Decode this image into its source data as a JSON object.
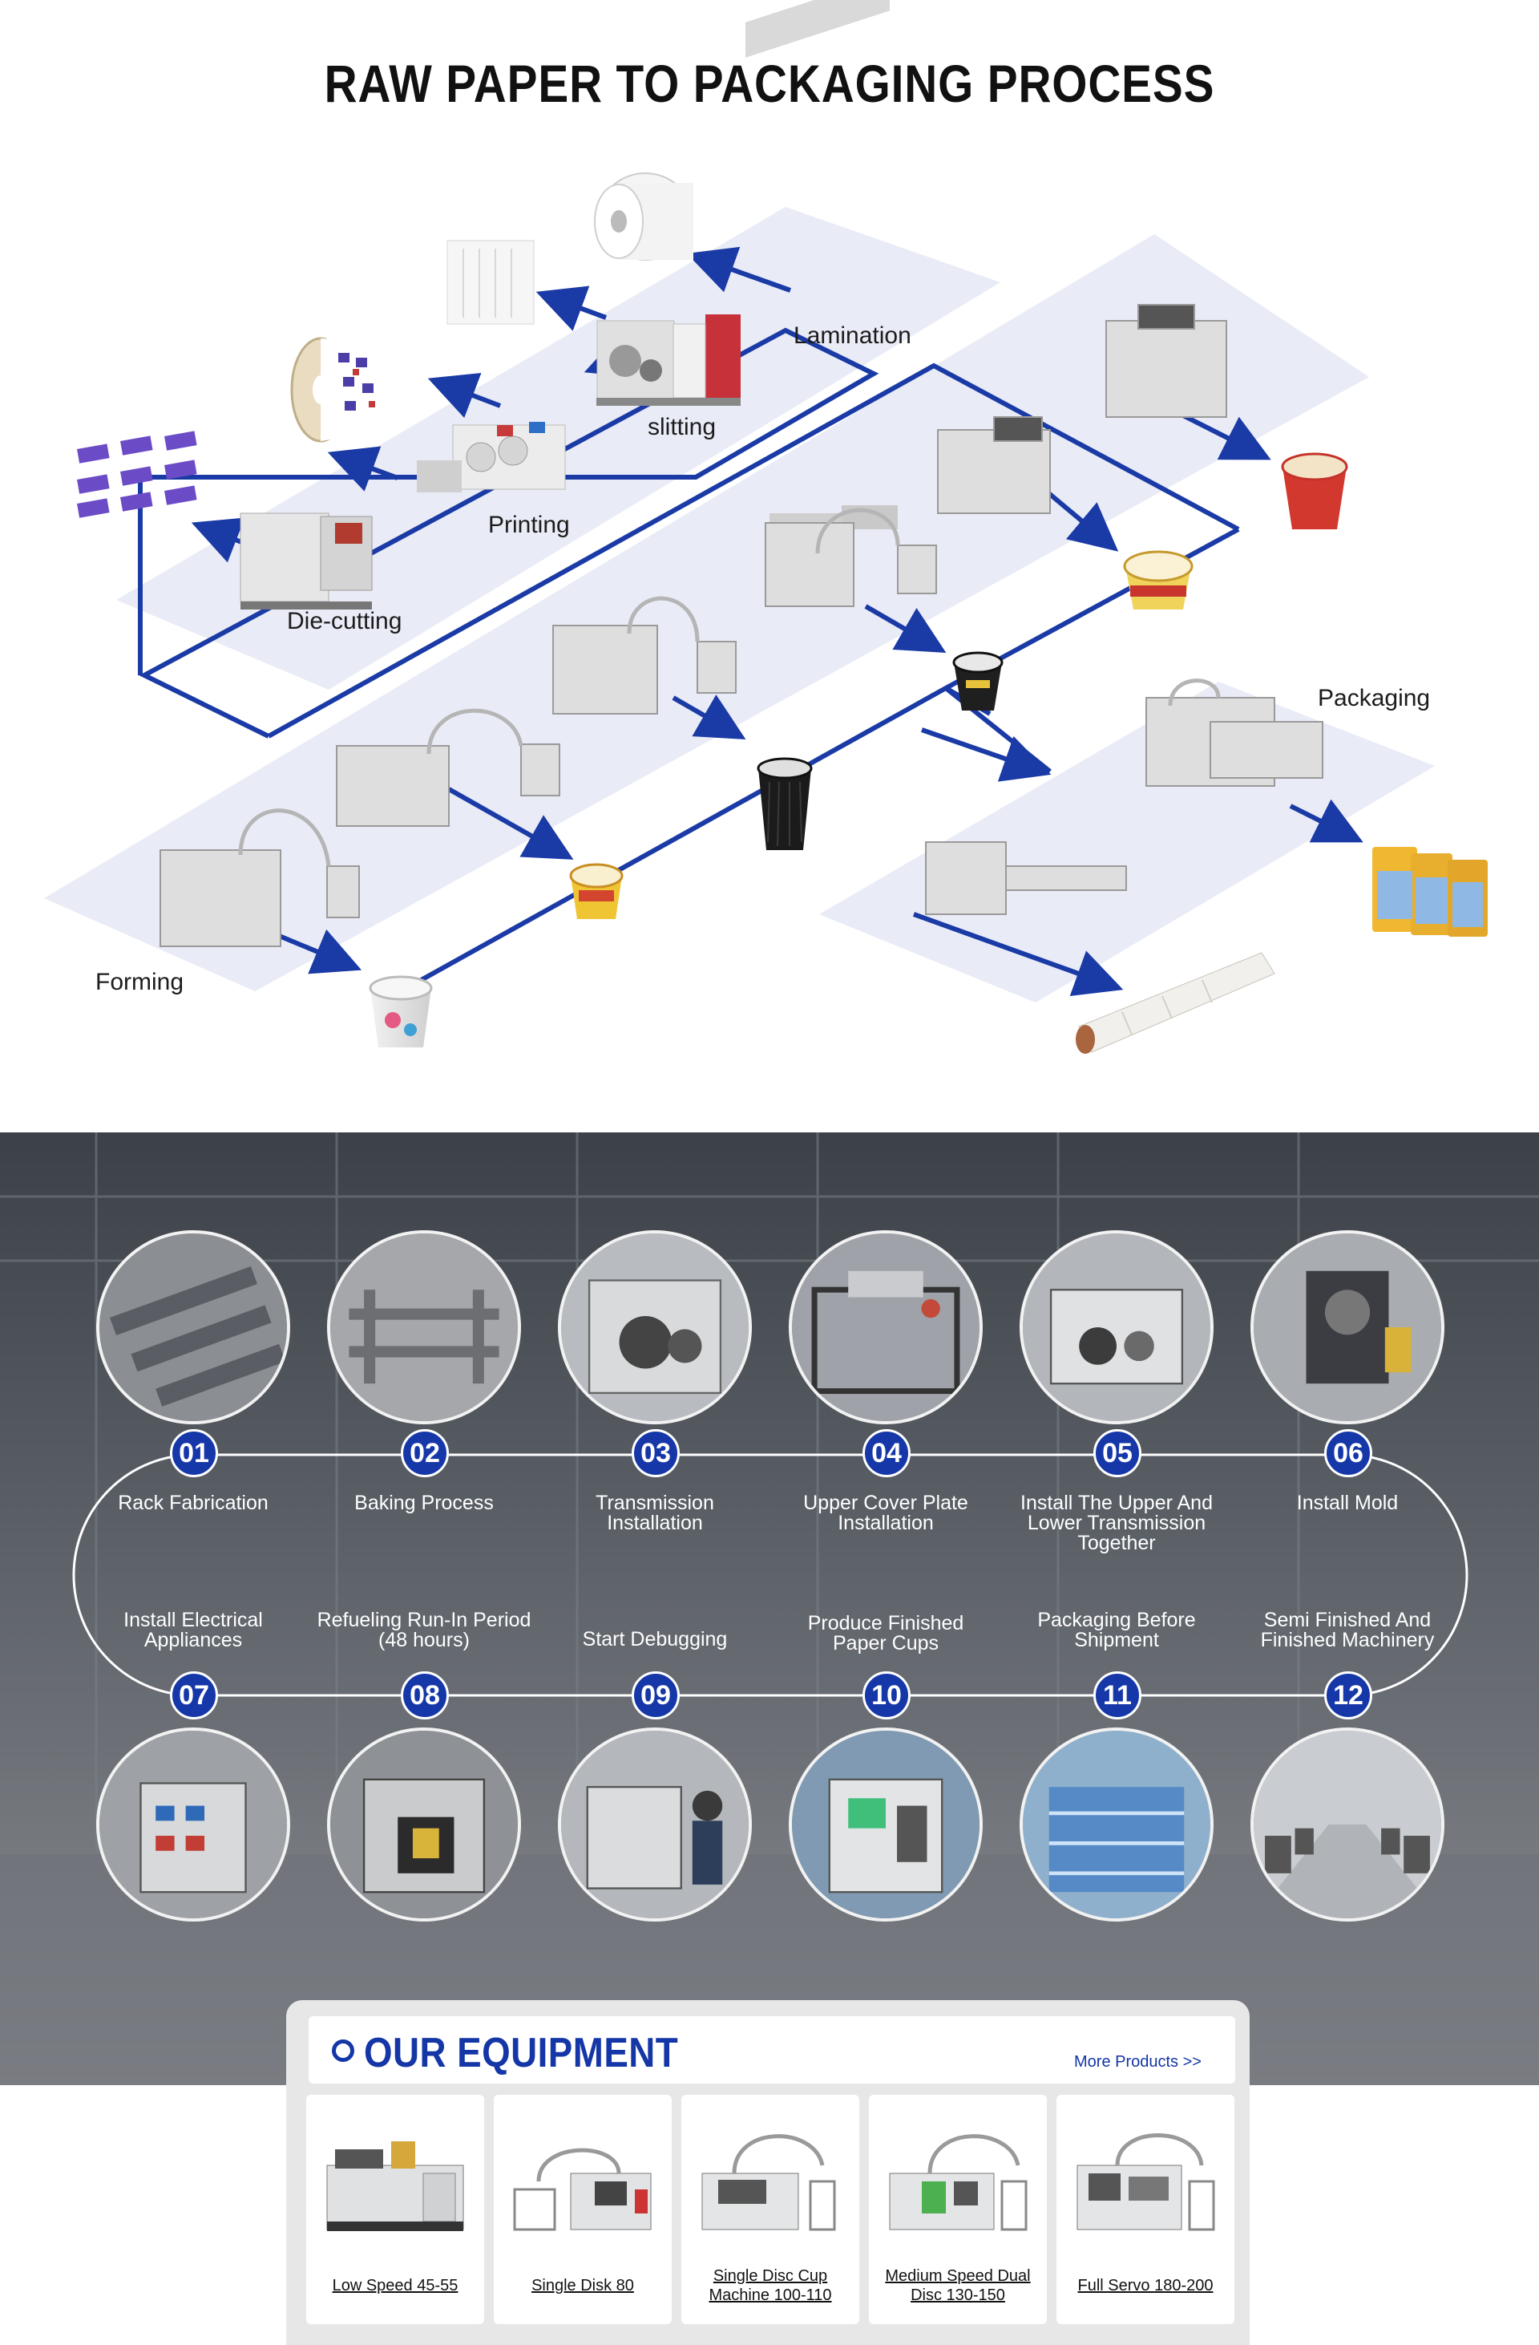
{
  "title": "RAW PAPER TO PACKAGING PROCESS",
  "process_stages": {
    "lamination": "Lamination",
    "slitting": "slitting",
    "printing": "Printing",
    "die_cutting": "Die-cutting",
    "packaging": "Packaging",
    "forming": "Forming"
  },
  "colors": {
    "arrow": "#1a3aa6",
    "band": "#e9ebf6",
    "badge": "#1637a8",
    "accent": "#1436a6"
  },
  "production_steps": [
    {
      "number": "01",
      "label": "Rack Fabrication"
    },
    {
      "number": "02",
      "label": "Baking Process"
    },
    {
      "number": "03",
      "label": "Transmission Installation"
    },
    {
      "number": "04",
      "label": "Upper Cover Plate Installation"
    },
    {
      "number": "05",
      "label": "Install The Upper And Lower Transmission Together"
    },
    {
      "number": "06",
      "label": "Install Mold"
    },
    {
      "number": "07",
      "label": "Install Electrical Appliances"
    },
    {
      "number": "08",
      "label": "Refueling Run-In Period (48 hours)"
    },
    {
      "number": "09",
      "label": "Start Debugging"
    },
    {
      "number": "10",
      "label": "Produce Finished Paper Cups"
    },
    {
      "number": "11",
      "label": "Packaging Before Shipment"
    },
    {
      "number": "12",
      "label": "Semi Finished And Finished Machinery"
    }
  ],
  "equipment": {
    "title": "OUR EQUIPMENT",
    "more_link": "More Products >>",
    "products": [
      {
        "name": "Low Speed 45-55"
      },
      {
        "name": "Single Disk 80"
      },
      {
        "name": "Single Disc Cup Machine 100-110"
      },
      {
        "name": "Medium Speed Dual Disc 130-150"
      },
      {
        "name": "Full Servo 180-200"
      }
    ]
  }
}
